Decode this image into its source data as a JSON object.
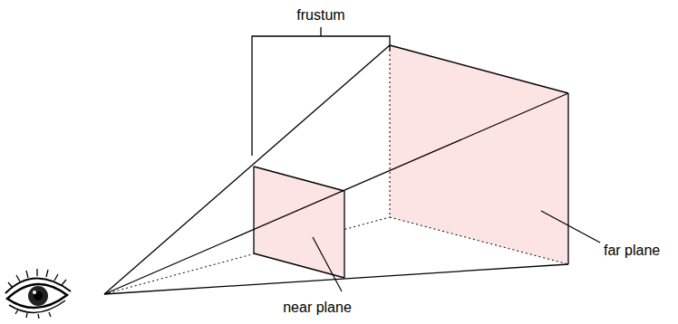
{
  "diagram": {
    "labels": [
      "frustum",
      "near plane",
      "far plane"
    ]
  }
}
